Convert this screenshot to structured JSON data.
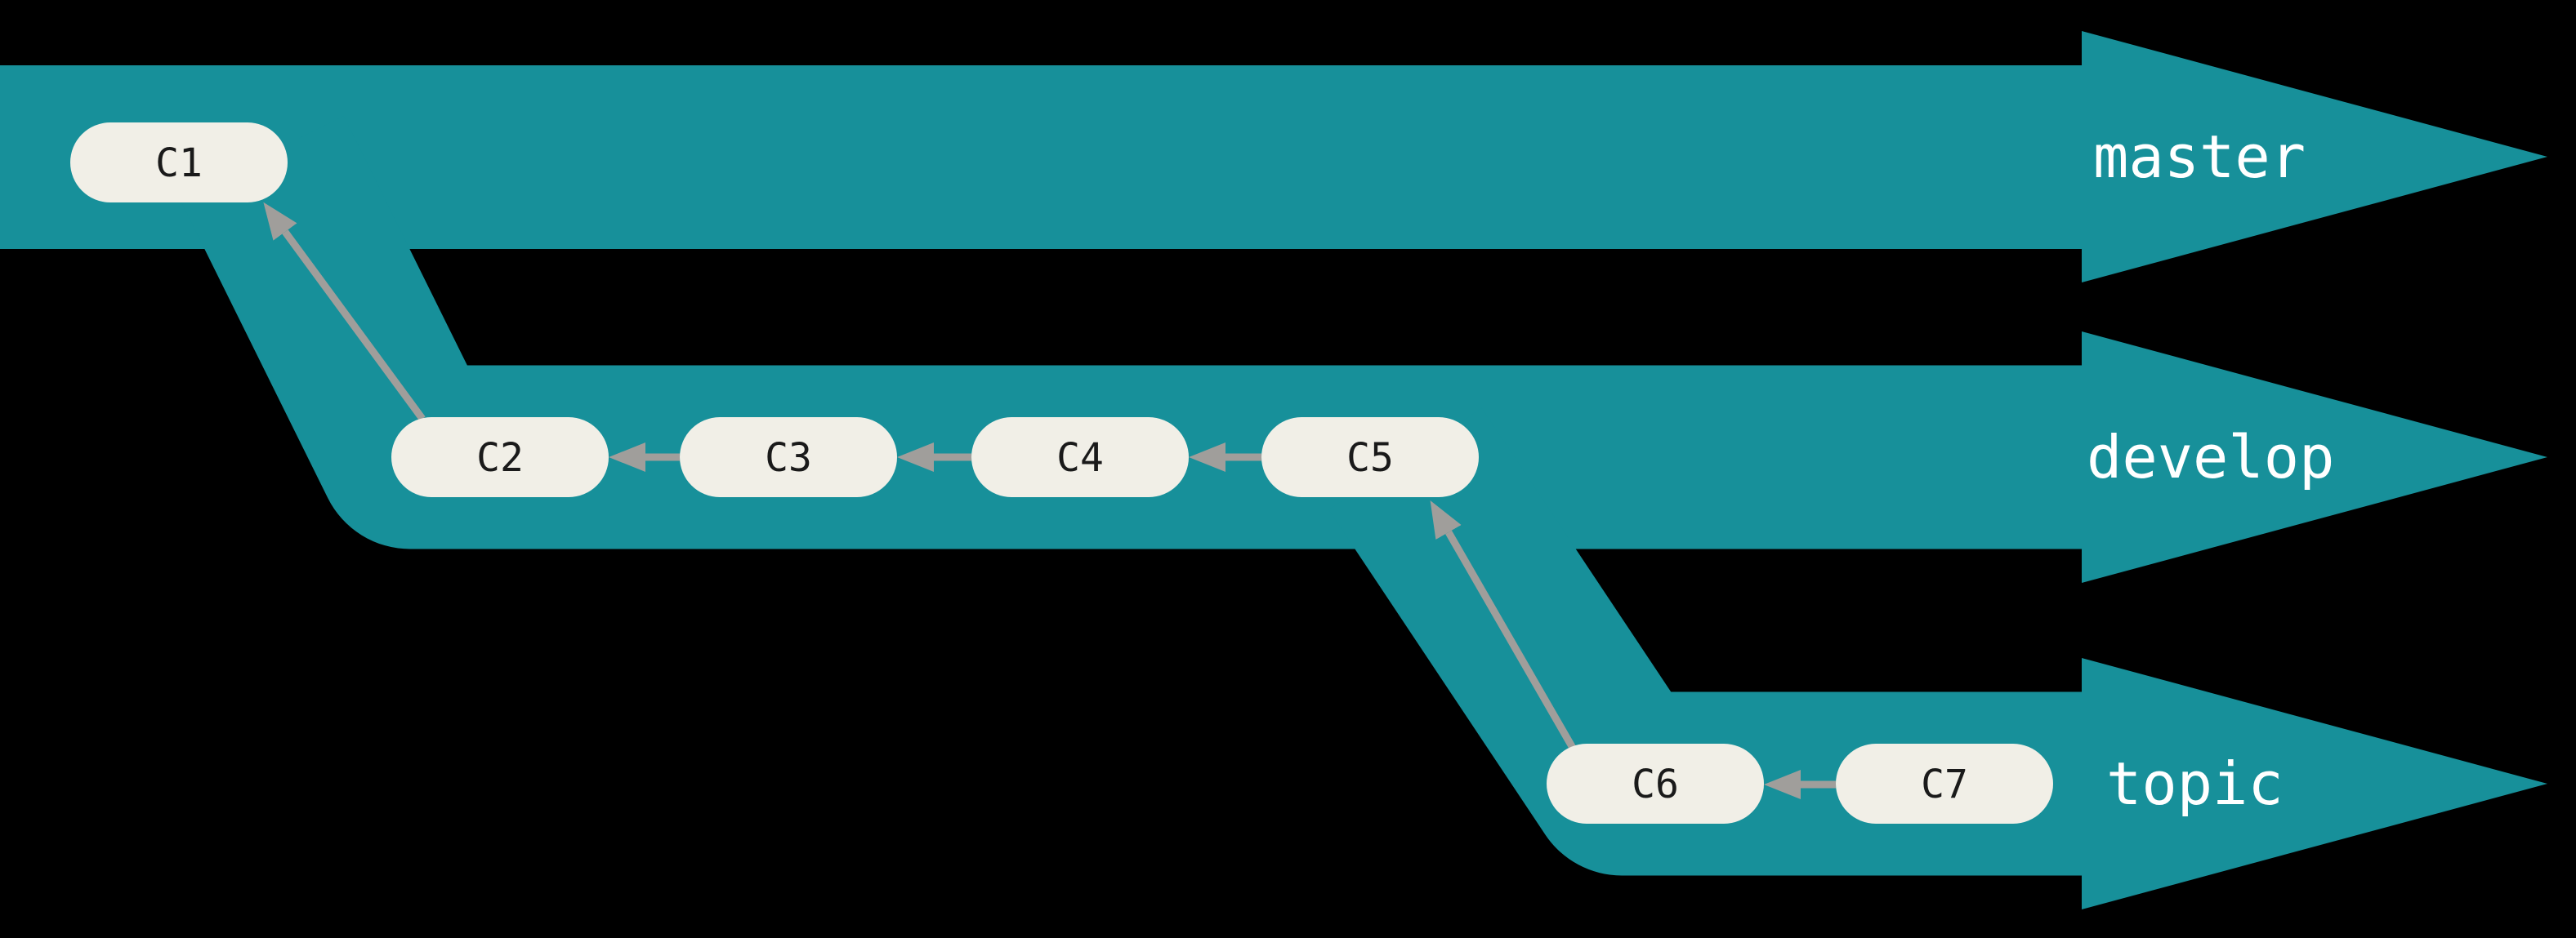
{
  "colors": {
    "background": "#000000",
    "branch_fill": "#17909A",
    "node_fill": "#F1EFE7",
    "node_text": "#1A1A1A",
    "arrow": "#A09E9B",
    "label_text": "#FFFFFF"
  },
  "branches": [
    {
      "label": "master"
    },
    {
      "label": "develop"
    },
    {
      "label": "topic"
    }
  ],
  "commits": [
    {
      "id": "C1",
      "branch": "master"
    },
    {
      "id": "C2",
      "branch": "develop"
    },
    {
      "id": "C3",
      "branch": "develop"
    },
    {
      "id": "C4",
      "branch": "develop"
    },
    {
      "id": "C5",
      "branch": "develop"
    },
    {
      "id": "C6",
      "branch": "topic"
    },
    {
      "id": "C7",
      "branch": "topic"
    }
  ],
  "parent_edges": [
    {
      "child": "C2",
      "parent": "C1"
    },
    {
      "child": "C3",
      "parent": "C2"
    },
    {
      "child": "C4",
      "parent": "C3"
    },
    {
      "child": "C5",
      "parent": "C4"
    },
    {
      "child": "C6",
      "parent": "C5"
    },
    {
      "child": "C7",
      "parent": "C6"
    }
  ]
}
